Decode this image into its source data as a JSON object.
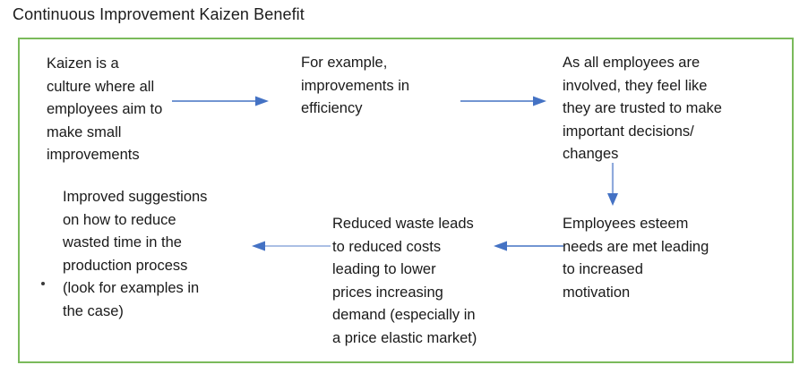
{
  "page": {
    "title": "Continuous Improvement Kaizen Benefit",
    "frame_border_color": "#7aba5b",
    "arrow_color": "#4472c4",
    "text_color": "#1a1a1a",
    "background_color": "#ffffff"
  },
  "diagram": {
    "type": "flow-cycle",
    "nodes": [
      {
        "id": "kaizen-culture",
        "text": "Kaizen is a\nculture where all\nemployees aim to\nmake small\nimprovements"
      },
      {
        "id": "example-efficiency",
        "text": "For example,\nimprovements in\nefficiency"
      },
      {
        "id": "employees-involved",
        "text": "As all employees are\ninvolved, they feel like\nthey are trusted to make\nimportant decisions/\nchanges"
      },
      {
        "id": "employees-esteem",
        "text": "Employees esteem\nneeds are met leading\nto increased\nmotivation"
      },
      {
        "id": "improved-suggestions",
        "text": "Improved suggestions\non how to reduce\nwasted time in the\nproduction process\n(look for examples in\nthe case)"
      },
      {
        "id": "reduced-waste",
        "text": "Reduced waste leads\nto reduced costs\nleading to lower\nprices increasing\ndemand (especially in\na price elastic market)",
        "bullet": "·"
      }
    ],
    "arrows": [
      {
        "id": "kaizen-to-example",
        "direction": "right",
        "from": "kaizen-culture",
        "to": "example-efficiency"
      },
      {
        "id": "example-to-employees",
        "direction": "right",
        "from": "example-efficiency",
        "to": "employees-involved"
      },
      {
        "id": "employees-down",
        "direction": "down",
        "from": "employees-involved",
        "to": "employees-esteem"
      },
      {
        "id": "esteem-to-suggestions",
        "direction": "left",
        "from": "employees-esteem",
        "to": "improved-suggestions"
      },
      {
        "id": "suggestions-to-waste",
        "direction": "left",
        "from": "improved-suggestions",
        "to": "reduced-waste"
      }
    ]
  }
}
